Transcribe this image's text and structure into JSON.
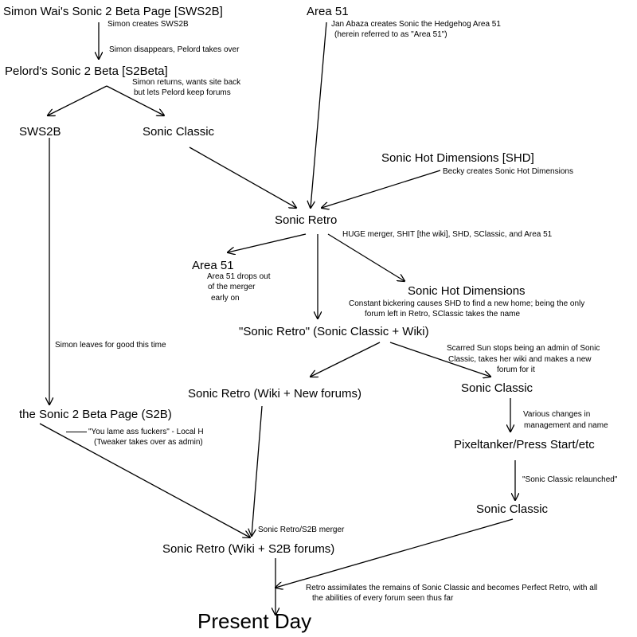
{
  "nodes": {
    "sws2b_orig": "Simon Wai's Sonic 2 Beta Page [SWS2B]",
    "area51_top": "Area 51",
    "pelord": "Pelord's Sonic 2 Beta [S2Beta]",
    "sws2b": "SWS2B",
    "sonic_classic_1": "Sonic Classic",
    "shd_top": "Sonic Hot Dimensions [SHD]",
    "sonic_retro": "Sonic Retro",
    "area51_mid": "Area 51",
    "shd_mid": "Sonic Hot Dimensions",
    "retro_classic_wiki": "\"Sonic Retro\" (Sonic Classic + Wiki)",
    "retro_wiki_forums": "Sonic Retro (Wiki + New forums)",
    "sonic_classic_2": "Sonic Classic",
    "s2b": "the Sonic 2 Beta Page (S2B)",
    "pixeltanker": "Pixeltanker/Press Start/etc",
    "sonic_classic_3": "Sonic Classic",
    "retro_wiki_s2b": "Sonic Retro (Wiki + S2B forums)",
    "present": "Present Day"
  },
  "notes": {
    "simon_creates": "Simon creates SWS2B",
    "jan_abaza_1": "Jan Abaza creates Sonic the Hedgehog Area 51",
    "jan_abaza_2": "(herein referred to as \"Area 51\")",
    "simon_disappears": "Simon disappears, Pelord takes over",
    "simon_returns_1": "Simon returns, wants site back",
    "simon_returns_2": "but lets Pelord keep forums",
    "becky": "Becky creates Sonic Hot Dimensions",
    "huge_merger": "HUGE merger, SHIT [the wiki], SHD, SClassic, and Area 51",
    "area51_drops_1": "Area 51 drops out",
    "area51_drops_2": "of the merger",
    "area51_drops_3": "early on",
    "bickering_1": "Constant bickering causes SHD to find a new home; being the only",
    "bickering_2": "forum left in Retro, SClassic takes the name",
    "simon_leaves": "Simon leaves for good this time",
    "scarred_1": "Scarred Sun stops being an admin of Sonic",
    "scarred_2": "Classic, takes her wiki and makes a new",
    "scarred_3": "forum for it",
    "various_1": "Various changes in",
    "various_2": "management and name",
    "lame_1": "\"You lame ass fuckers\" - Local H",
    "lame_2": "(Tweaker takes over as admin)",
    "relaunched": "\"Sonic Classic relaunched\"",
    "s2b_merger": "Sonic Retro/S2B merger",
    "assimilates_1": "Retro assimilates the remains of Sonic Classic and becomes Perfect Retro, with all",
    "assimilates_2": "the abilities of every forum seen thus far"
  }
}
